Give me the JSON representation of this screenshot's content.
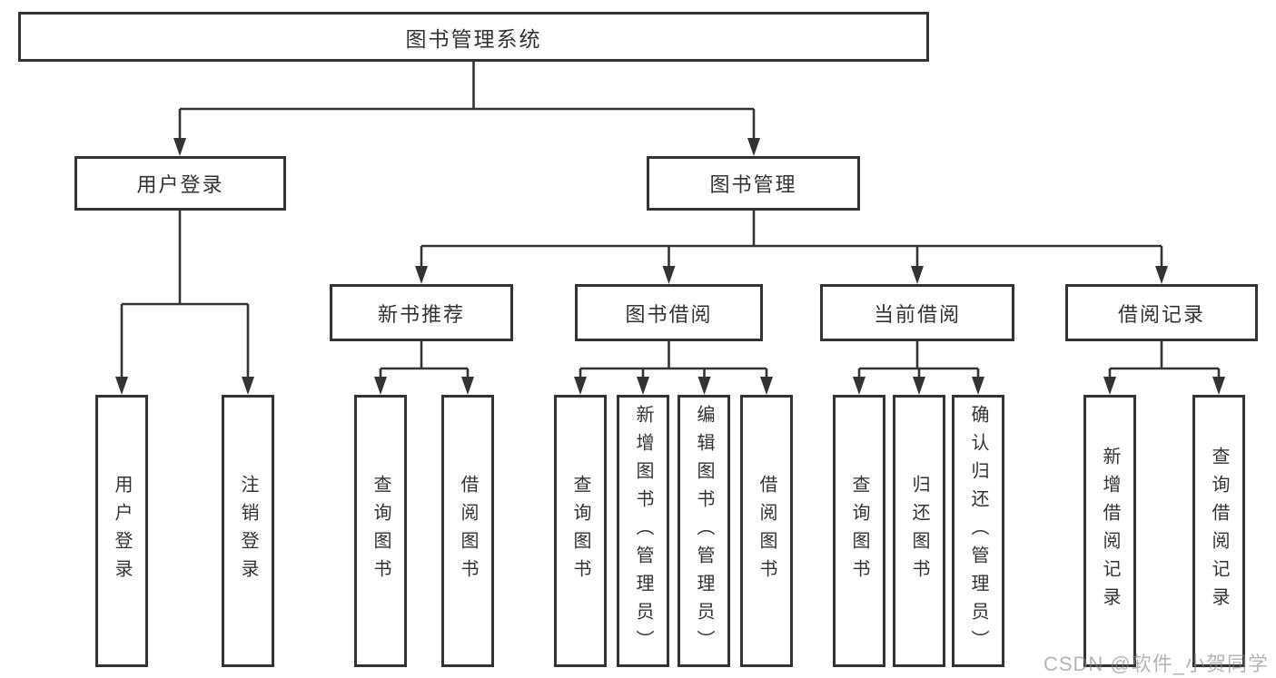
{
  "diagram": {
    "title": "图书管理系统",
    "branches": {
      "user_login": {
        "label": "用户登录",
        "children": [
          "用户登录",
          "注销登录"
        ]
      },
      "book_management": {
        "label": "图书管理",
        "sections": [
          {
            "label": "新书推荐",
            "children": [
              "查询图书",
              "借阅图书"
            ]
          },
          {
            "label": "图书借阅",
            "children": [
              "查询图书",
              "新增图书（管理员）",
              "编辑图书（管理员）",
              "借阅图书"
            ]
          },
          {
            "label": "当前借阅",
            "children": [
              "查询图书",
              "归还图书",
              "确认归还（管理员）"
            ]
          },
          {
            "label": "借阅记录",
            "children": [
              "新增借阅记录",
              "查询借阅记录"
            ]
          }
        ]
      }
    }
  },
  "watermark": "CSDN @软件_小贺同学",
  "colors": {
    "line": "#333333",
    "text": "#333333",
    "background": "#ffffff",
    "watermark": "#878787"
  }
}
